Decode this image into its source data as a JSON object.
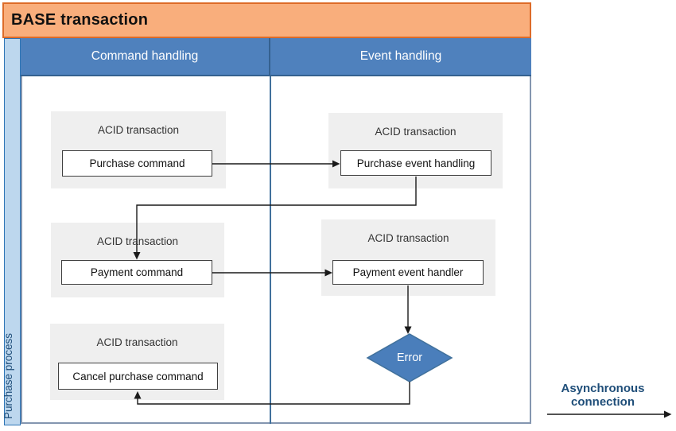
{
  "title": "BASE transaction",
  "columns": {
    "command": "Command handling",
    "event": "Event handling"
  },
  "process_label": "Purchase process",
  "cells": {
    "purchase_command": {
      "header": "ACID transaction",
      "label": "Purchase command"
    },
    "purchase_event": {
      "header": "ACID transaction",
      "label": "Purchase event handling"
    },
    "payment_command": {
      "header": "ACID transaction",
      "label": "Payment command"
    },
    "payment_event": {
      "header": "ACID transaction",
      "label": "Payment event handler"
    },
    "cancel_purchase": {
      "header": "ACID transaction",
      "label": "Cancel purchase command"
    }
  },
  "decision": {
    "label": "Error"
  },
  "legend": {
    "line1": "Asynchronous",
    "line2": "connection"
  },
  "colors": {
    "title_bar_fill": "#F9AE7C",
    "title_bar_border": "#DD6B28",
    "column_header_fill": "#4F81BD",
    "column_header_border": "#35618F",
    "lane_fill": "#BDD7EE",
    "lane_border": "#2E75B6",
    "lane_text": "#1F4E79",
    "frame_border": "#8496B0",
    "column_divider": "#41719C",
    "acid_box_fill": "#EFEFEF",
    "task_box_border": "#3F3F3F",
    "diamond_fill": "#4A7EBB",
    "diamond_border": "#41719C",
    "connector": "#1A1A1A",
    "legend_text": "#1F4E79"
  }
}
